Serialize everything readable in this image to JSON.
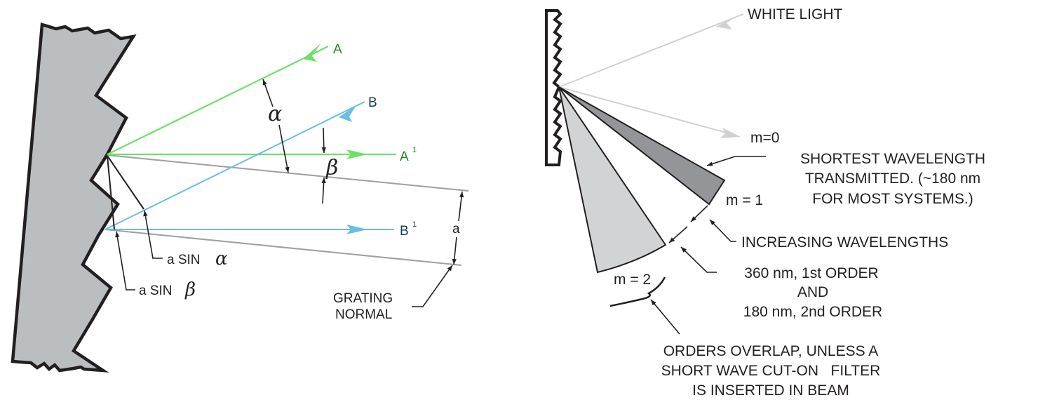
{
  "colors": {
    "ray_a": "#6ee06a",
    "ray_a_label": "#1f8a1f",
    "ray_b": "#6bbde3",
    "ray_b_label": "#0b3d57",
    "grating_fill": "#bbbec0",
    "normal_line": "#9d9fa2",
    "white_light": "#cfd1d2",
    "m1_fill": "#939598",
    "m2_fill": "#d1d3d4",
    "ink": "#231f20"
  },
  "left_diagram": {
    "ray_a_label": "A",
    "ray_a1_label": "A",
    "ray_a1_sup": "1",
    "ray_b_label": "B",
    "ray_b1_label": "B",
    "ray_b1_sup": "1",
    "alpha_symbol": "α",
    "beta_symbol": "β",
    "spacing_label": "a",
    "a_sin_alpha_prefix": "a SIN",
    "a_sin_beta_prefix": "a SIN",
    "grating_normal_line1": "GRATING",
    "grating_normal_line2": "NORMAL"
  },
  "right_diagram": {
    "white_light_label": "WHITE LIGHT",
    "m0_label": "m=0",
    "m1_label": "m = 1",
    "m2_label": "m = 2",
    "shortest_wavelength_lines": [
      "SHORTEST WAVELENGTH",
      "TRANSMITTED. (~180 nm",
      "FOR MOST SYSTEMS.)"
    ],
    "increasing_wavelengths_label": "INCREASING WAVELENGTHS",
    "overlap_lines": [
      "360 nm, 1st ORDER",
      "AND",
      "180 nm, 2nd ORDER"
    ],
    "orders_overlap_lines": [
      "ORDERS OVERLAP, UNLESS A",
      "SHORT WAVE CUT-ON   FILTER",
      "IS INSERTED IN BEAM"
    ]
  }
}
